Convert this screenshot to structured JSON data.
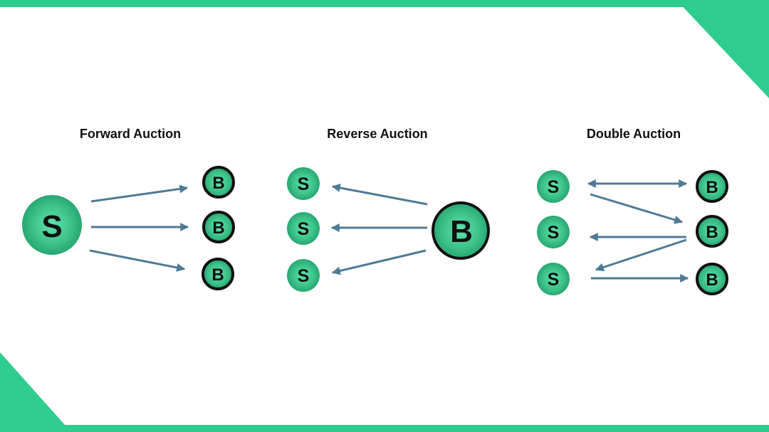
{
  "colors": {
    "accent": "#2ECC8F",
    "node_fill": "#2BB27A",
    "node_glow": "#4ED9A0",
    "arrow": "#4F7A96",
    "buyer_ring": "#111111"
  },
  "sections": [
    {
      "title": "Forward Auction",
      "seller_label": "S",
      "buyer_label": "B"
    },
    {
      "title": "Reverse Auction",
      "seller_label": "S",
      "buyer_label": "B"
    },
    {
      "title": "Double Auction",
      "seller_label": "S",
      "buyer_label": "B"
    }
  ]
}
